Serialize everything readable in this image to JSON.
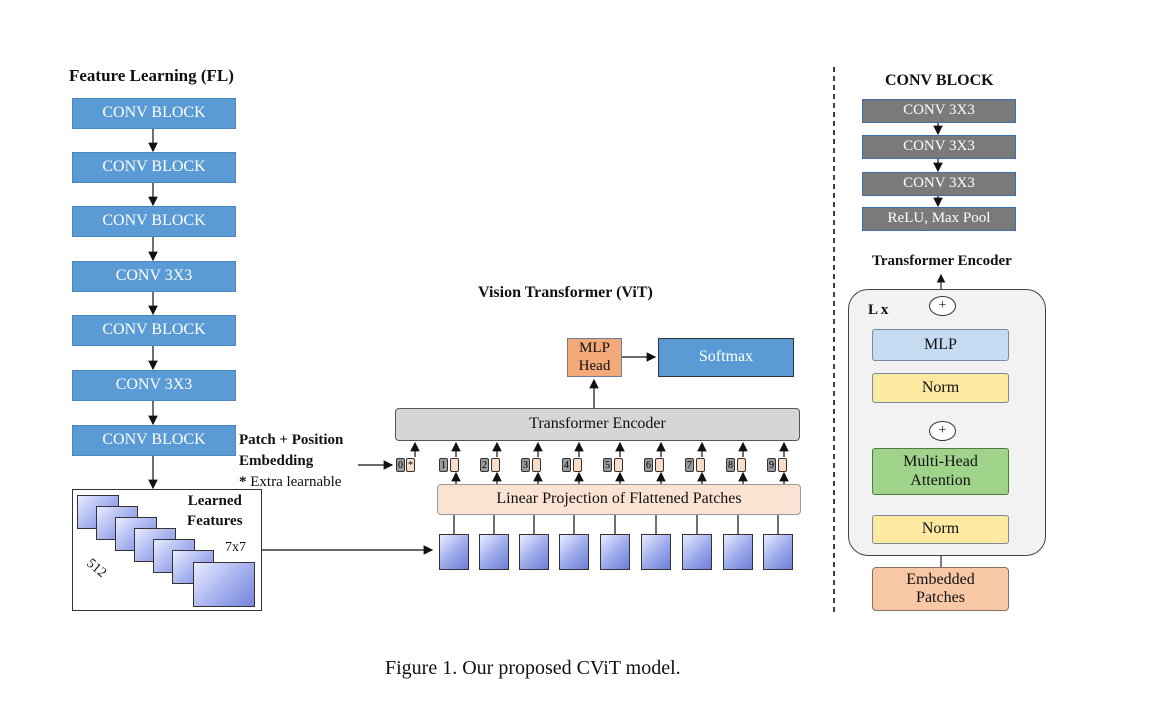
{
  "fl": {
    "title": "Feature Learning (FL)",
    "blocks": [
      "CONV BLOCK",
      "CONV BLOCK",
      "CONV BLOCK",
      "CONV 3X3",
      "CONV BLOCK",
      "CONV 3X3",
      "CONV BLOCK"
    ],
    "learned": "Learned\nFeatures",
    "size": "7x7",
    "depth": "512"
  },
  "patch_label": {
    "line1": "Patch + Position",
    "line2": "Embedding",
    "star": "*",
    "note": " Extra learnable"
  },
  "vit": {
    "title": "Vision Transformer (ViT)",
    "mlp_head": "MLP\nHead",
    "softmax": "Softmax",
    "encoder": "Transformer Encoder",
    "projection": "Linear Projection of Flattened Patches",
    "tokens": [
      "0",
      "1",
      "2",
      "3",
      "4",
      "5",
      "6",
      "7",
      "8",
      "9"
    ],
    "extra_token": "*"
  },
  "conv_block": {
    "title": "CONV BLOCK",
    "layers": [
      "CONV 3X3",
      "CONV 3X3",
      "CONV 3X3",
      "ReLU, Max Pool"
    ]
  },
  "encoder_detail": {
    "title": "Transformer Encoder",
    "repeat": "L x",
    "plus": "+",
    "mlp": "MLP",
    "norm_top": "Norm",
    "attention": "Multi-Head\nAttention",
    "norm_bottom": "Norm",
    "embedded": "Embedded\nPatches"
  },
  "caption": "Figure 1. Our proposed CViT model."
}
